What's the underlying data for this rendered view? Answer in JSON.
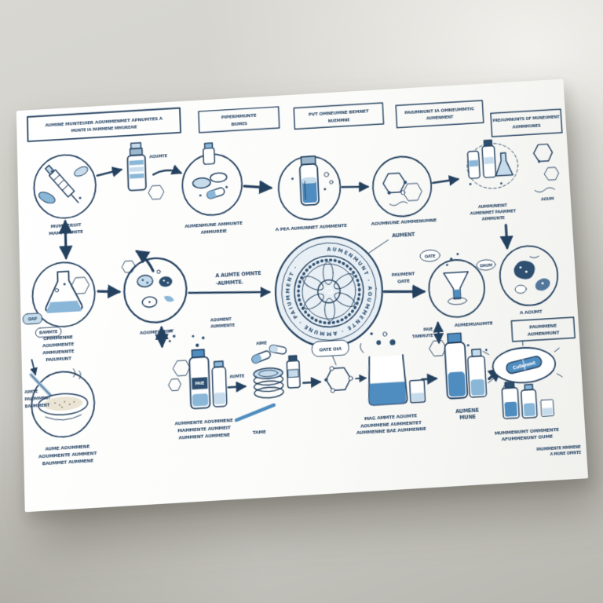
{
  "palette": {
    "ink": "#24415f",
    "navy": "#2e4f70",
    "blue": "#4f8cbf",
    "light": "#c6dcec",
    "paleblue": "#8ab6d8",
    "paper": "#fbfbf9"
  },
  "headers": {
    "box1_l1": "AUMINE MUNTEUIER AOUMMENMET APNUMTES A",
    "box1_l2": "MUNTE IA PAMMENE MMUREAIE",
    "box2_l1": "PIPERMMUNTE",
    "box2_l2": "BIUMES",
    "box3_l1": "PVT OMNEUMNE BEMNET",
    "box3_l2": "NUEMMNE",
    "box4_l1": "PAIUMNUNT IA OMNEUMMTIC",
    "box4_l2": "AUMENMENT",
    "box5_l1": "PREAUMNUNTS OF MUNEUMENT",
    "box5_l2": "AUMMMUNES"
  },
  "row1": {
    "syringe_l1": "MUMMERUIT",
    "syringe_l2": "MAMMENMITE",
    "vial_note": "AOUMTE",
    "pills_l1": "AUMENMUNE AMMUNTE",
    "pills_l2": "AMMUREIE",
    "bigvial_l": "A PEA AUMUNNET AUMMENTE",
    "molecule_l": "AOUMNUNE AUMMENUMNE",
    "cluster_l1": "AUMMUNEINT",
    "cluster_l2": "AUMENMET PAAMMET",
    "cluster_l3": "AIMMUNTE",
    "hex_note": "AOUM"
  },
  "row2": {
    "flask_l1": "OMMMENNE",
    "flask_l2": "AOUMMENTE",
    "flask_l3": "AMMUENNTE",
    "flask_l4": "PAIUMUNT",
    "cap_bubble": "OAP",
    "bammte_bubble": "BAMMTE",
    "cells_l": "AOUMENMINT",
    "mid_l1": "A AUMTE OMNTE",
    "mid_l2": "-AUMMTE.",
    "under_mid_l1": "AOUMENT",
    "under_mid_l2": "AUMMENTE",
    "mandala_ring": "AUMENMUNT · AOUMMENTE · AMMUNE · PAIUMMENT ·",
    "mandala_pointer": "AUMENT",
    "paument": "PAUMENT",
    "oate": "OATE",
    "bubble_oate": "OATE",
    "bubble_oaum": "OAUM",
    "hourglass_l": "AUMEMUAUMTE",
    "paie": "PAIE",
    "tammute": "TAMMUTE",
    "blobs_l": "A AOUMT",
    "box_l1": "PAUMMENE",
    "box_l2": "AUMENMUNT"
  },
  "row3": {
    "bowl_left1": "AIMTE",
    "bowl_left2": "PAIUMMENT",
    "bowl_left3": "BAUMMENT",
    "bowl_l1": "AUME AOUMMENE",
    "bowl_l2": "AOUMMENTE AUMMENT",
    "bowl_l3": "BAUMMET AUMMENE",
    "vial_band": "PAIE",
    "vials_l1": "AUMMENTE AOUMMENE",
    "vials_l2": "MAMMENTE AUMMEIT",
    "vials_l3": "AUMMENT AUMMENE",
    "aumte_note": "AUMTE",
    "aime_note": "AIME",
    "tame_note": "TAME",
    "bubble_text": "OATE OIA",
    "beaker_l1": "MAG AMMTE AOUMTE",
    "beaker_l2": "AOUMMENE AUMMENTET",
    "beaker_l3": "AUMMENNE BAE AUMMENNE",
    "bottles_l1": "AUMENE",
    "bottles_l2": "MUNE",
    "capsule_text": "Cullemmt",
    "br_l1": "MUMMENUMT OMMMENTE",
    "br_l2": "AFUMMENUNT OUME",
    "corner_l1": "PAUMMENTE MMMENE",
    "corner_l2": "A MUNE OMNTE"
  }
}
